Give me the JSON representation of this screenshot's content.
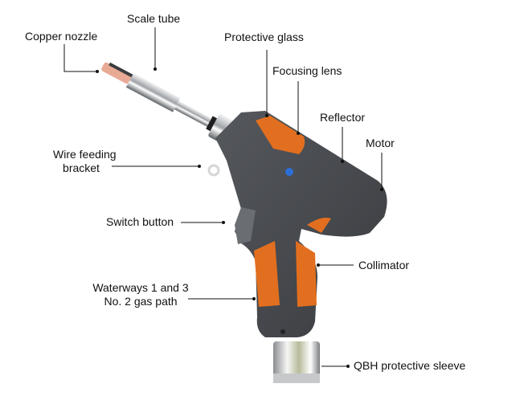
{
  "diagram": {
    "subject": "Handheld laser welding gun",
    "colors": {
      "body": "#4a4d52",
      "body_dark": "#383a3e",
      "accent": "#e26f1f",
      "accent_dark": "#b9551a",
      "chrome": "#d8dadd",
      "copper": "#e6a58f",
      "leader": "#111111"
    },
    "labels": {
      "copper_nozzle": "Copper nozzle",
      "scale_tube": "Scale tube",
      "protective_glass": "Protective glass",
      "focusing_lens": "Focusing lens",
      "reflector": "Reflector",
      "motor": "Motor",
      "wire_feeding_bracket_1": "Wire feeding",
      "wire_feeding_bracket_2": "bracket",
      "switch_button": "Switch button",
      "collimator": "Collimator",
      "waterways_1": "Waterways 1 and 3",
      "waterways_2": "No. 2 gas path",
      "qbh_sleeve": "QBH protective sleeve"
    }
  }
}
